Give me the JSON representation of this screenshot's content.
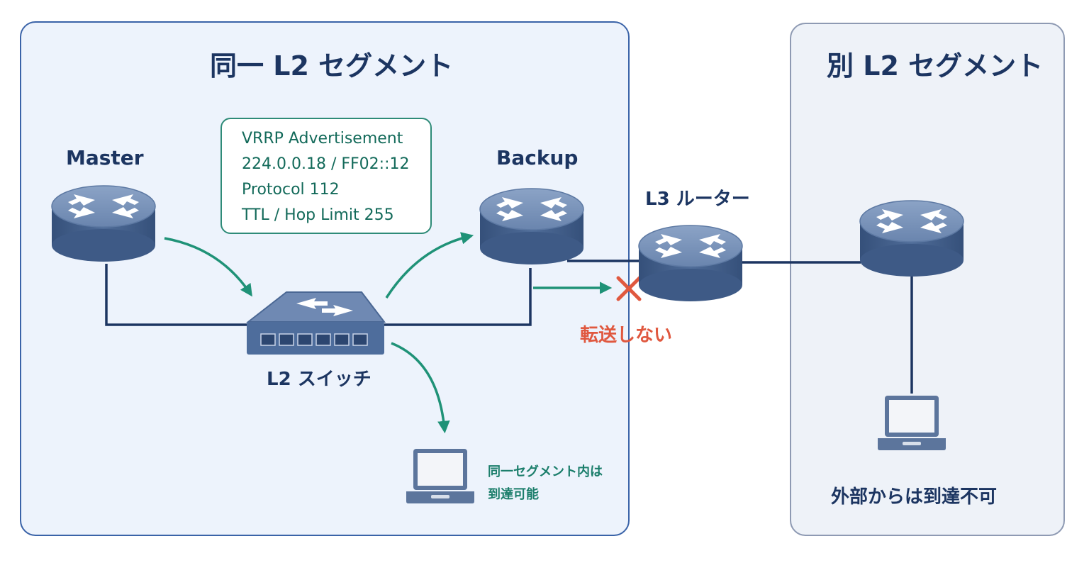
{
  "segments": {
    "same": {
      "title": "同一 L2 セグメント"
    },
    "other": {
      "title": "別 L2 セグメント"
    }
  },
  "devices": {
    "master": "Master",
    "backup": "Backup",
    "l3_router": "L3 ルーター",
    "l2_switch": "L2 スイッチ"
  },
  "advertisement": {
    "lines": [
      "VRRP Advertisement",
      "224.0.0.18 / FF02::12",
      "Protocol 112",
      "TTL / Hop Limit 255"
    ]
  },
  "notes": {
    "blocked": "転送しない",
    "reachable": [
      "同一セグメント内は",
      "到達可能"
    ],
    "unreachable": "外部からは到達不可"
  },
  "colors": {
    "router": "#4d6a92",
    "switch": "#4e6d9c",
    "advertisement_arrow": "#1f9277",
    "blocked_mark": "#e0583f",
    "link": "#1c3561"
  }
}
